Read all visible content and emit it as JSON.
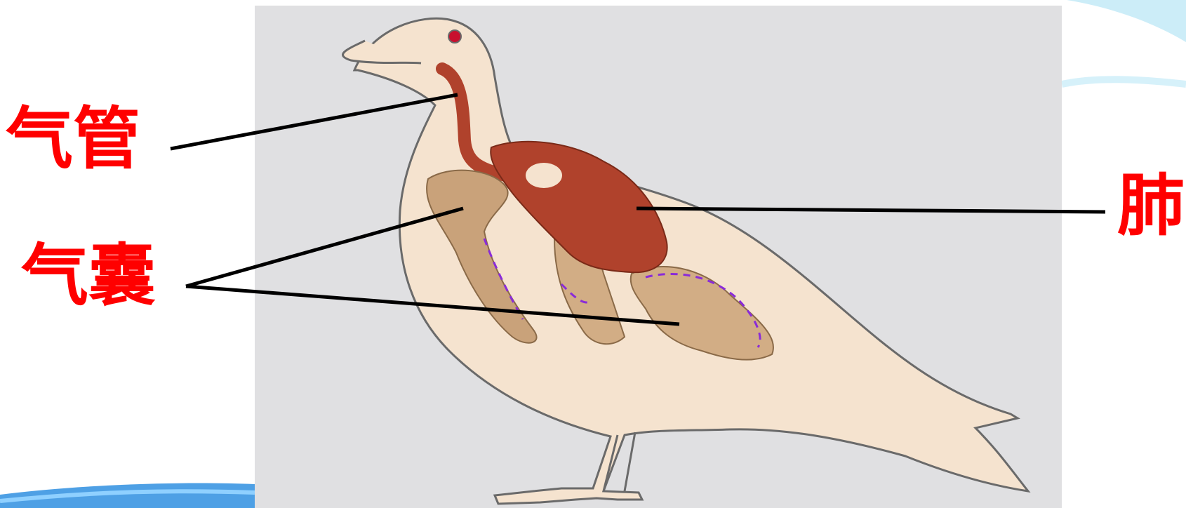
{
  "labels": {
    "trachea": "气管",
    "air_sac": "气囊",
    "lung": "肺"
  },
  "colors": {
    "label": "#ff0000",
    "panel_background": "#e0e0e2",
    "bird_body": "#f5e3cf",
    "lung": "#b0422c",
    "air_sac": "#c9a27a",
    "air_sac_dash": "#8a2bd8",
    "leader_line": "#000000"
  }
}
